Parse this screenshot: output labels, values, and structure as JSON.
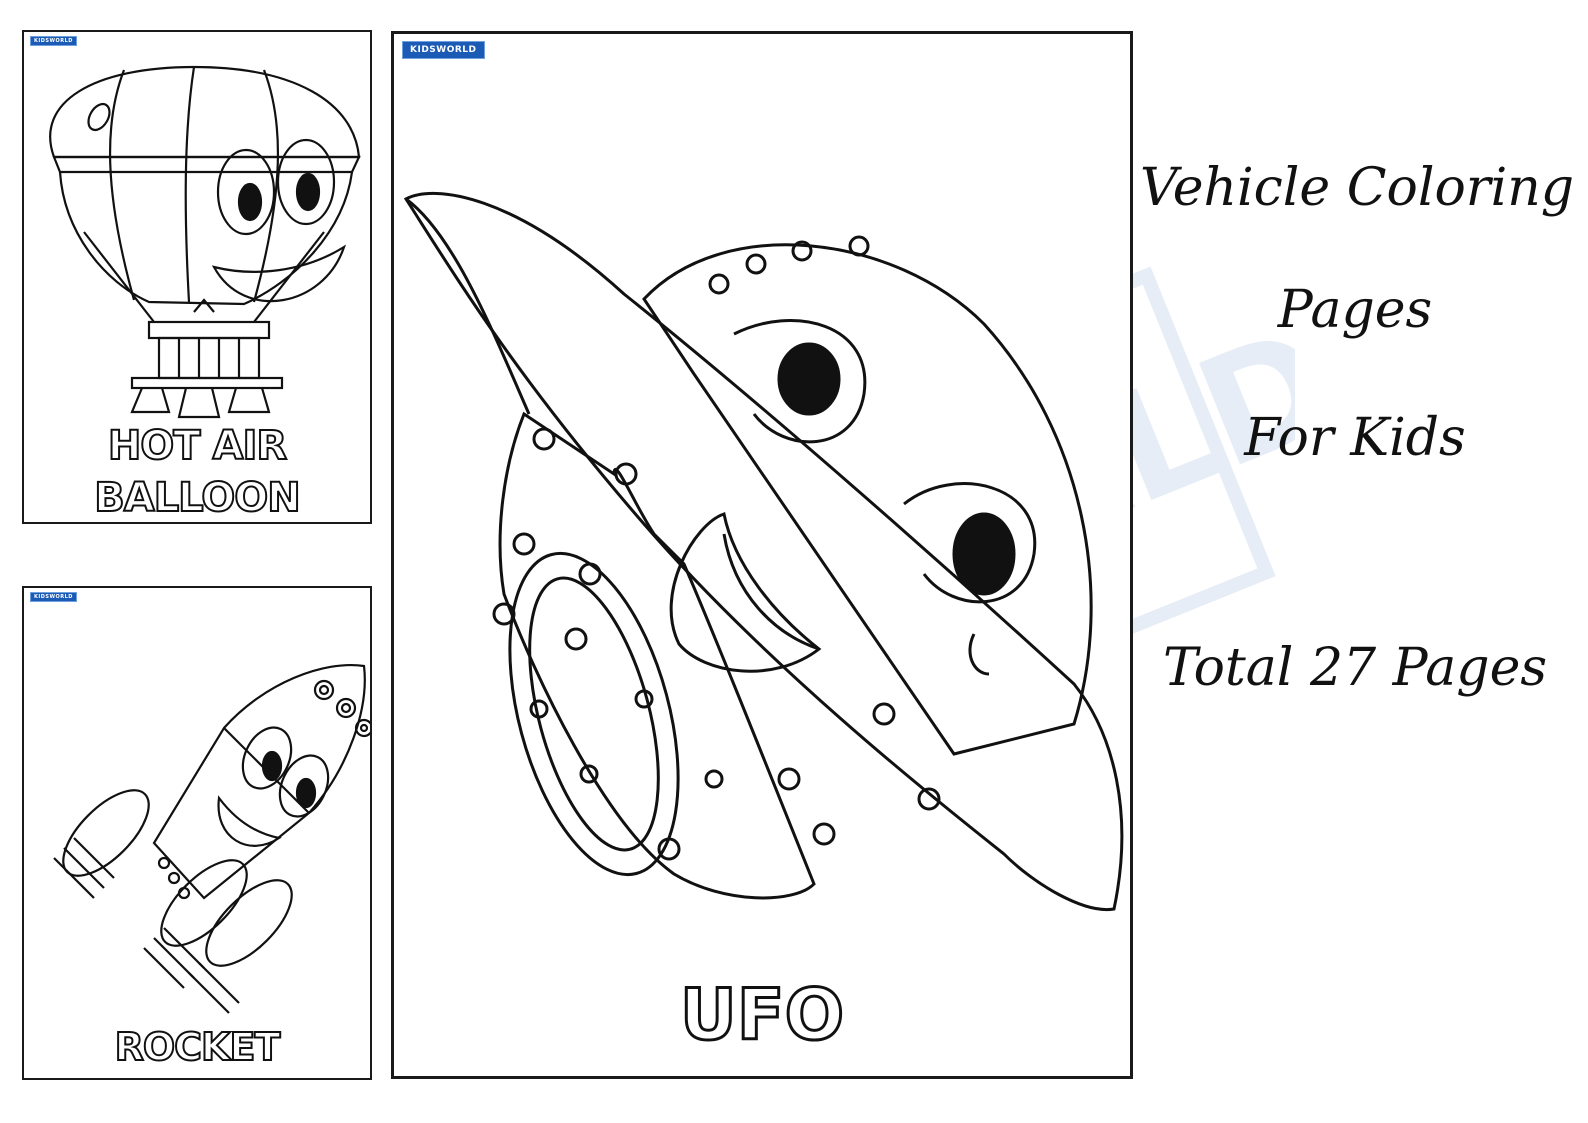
{
  "brand_label": "KIDSWORLD",
  "watermark_text": "KIDSWORLD",
  "cards": {
    "balloon": {
      "caption_line1": "HOT AIR",
      "caption_line2": "BALLOON"
    },
    "rocket": {
      "caption": "ROCKET"
    },
    "ufo": {
      "caption": "UFO"
    }
  },
  "side_text": {
    "line1": "Vehicle Coloring",
    "line2": "Pages",
    "line3": "For Kids",
    "line4": "Total 27 Pages"
  },
  "colors": {
    "brand_blue": "#1c5bb5",
    "outline": "#111111"
  },
  "icons": [
    "hot-air-balloon-icon",
    "rocket-icon",
    "ufo-icon"
  ]
}
